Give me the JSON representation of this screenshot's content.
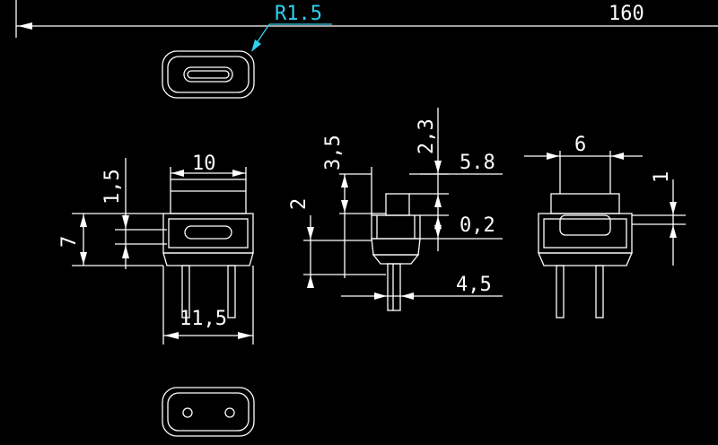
{
  "drawing": {
    "callout_radius": "R1.5",
    "overall_length": "160"
  },
  "front_view": {
    "width_top": "10",
    "height_gap": "1,5",
    "height_body": "7",
    "width_base": "11,5"
  },
  "side_view": {
    "height_stem": "3,5",
    "height_knob": "2,3",
    "height_lower": "2",
    "knob_width": "5.8",
    "gap_small": "0,2",
    "pin_width": "4,5"
  },
  "right_view": {
    "width_top": "6",
    "height_small": "1"
  },
  "colors": {
    "lines": "#ffffff",
    "callout": "#2fd0f0",
    "background": "#000000"
  }
}
